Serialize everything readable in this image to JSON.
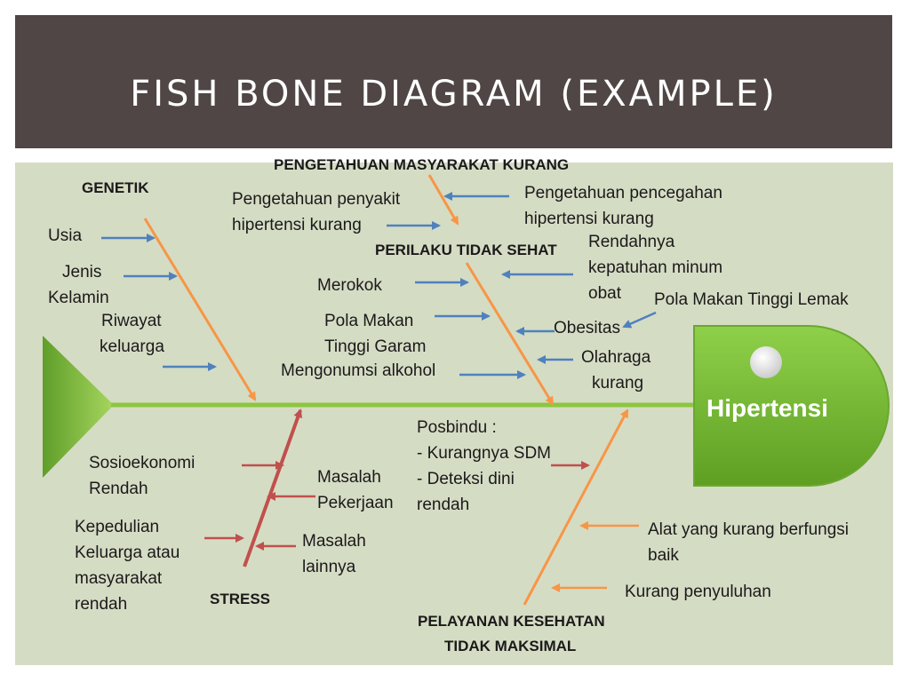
{
  "slide": {
    "title": "FISH BONE DIAGRAM (EXAMPLE)"
  },
  "colors": {
    "spine": "#8dc63f",
    "orange": "#f79646",
    "blue": "#4f81bd",
    "red": "#c0504d",
    "head": "#76b82a"
  },
  "diagram": {
    "head": "Hipertensi",
    "categories": {
      "pengetahuan": "PENGETAHUAN MASYARAKAT KURANG",
      "genetik": "GENETIK",
      "perilaku": "PERILAKU TIDAK SEHAT",
      "stress": "STRESS",
      "pelayanan_1": "PELAYANAN KESEHATAN",
      "pelayanan_2": "TIDAK MAKSIMAL"
    },
    "causes": {
      "pengetahuan_penyakit_1": "Pengetahuan penyakit",
      "pengetahuan_penyakit_2": "hipertensi kurang",
      "pengetahuan_pencegahan_1": "Pengetahuan pencegahan",
      "pengetahuan_pencegahan_2": "hipertensi kurang",
      "usia": "Usia",
      "jenis_1": "Jenis",
      "jenis_2": "Kelamin",
      "riwayat_1": "Riwayat",
      "riwayat_2": "keluarga",
      "merokok": "Merokok",
      "pola_garam_1": "Pola Makan",
      "pola_garam_2": "Tinggi Garam",
      "alkohol": "Mengonumsi alkohol",
      "kepatuhan_1": "Rendahnya",
      "kepatuhan_2": "kepatuhan minum",
      "kepatuhan_3": "obat",
      "pola_lemak": "Pola Makan Tinggi Lemak",
      "obesitas": "Obesitas",
      "olahraga_1": "Olahraga",
      "olahraga_2": "kurang",
      "sosioekonomi_1": "Sosioekonomi",
      "sosioekonomi_2": "Rendah",
      "kepedulian_1": "Kepedulian",
      "kepedulian_2": "Keluarga atau",
      "kepedulian_3": "masyarakat",
      "kepedulian_4": "rendah",
      "masalah_pekerjaan_1": "Masalah",
      "masalah_pekerjaan_2": "Pekerjaan",
      "masalah_lainnya_1": "Masalah",
      "masalah_lainnya_2": "lainnya",
      "posbindu_1": "Posbindu :",
      "posbindu_2": "- Kurangnya  SDM",
      "posbindu_3": "- Deteksi dini",
      "posbindu_4": "rendah",
      "alat_1": "Alat yang kurang berfungsi",
      "alat_2": "baik",
      "penyuluhan": "Kurang penyuluhan"
    }
  }
}
